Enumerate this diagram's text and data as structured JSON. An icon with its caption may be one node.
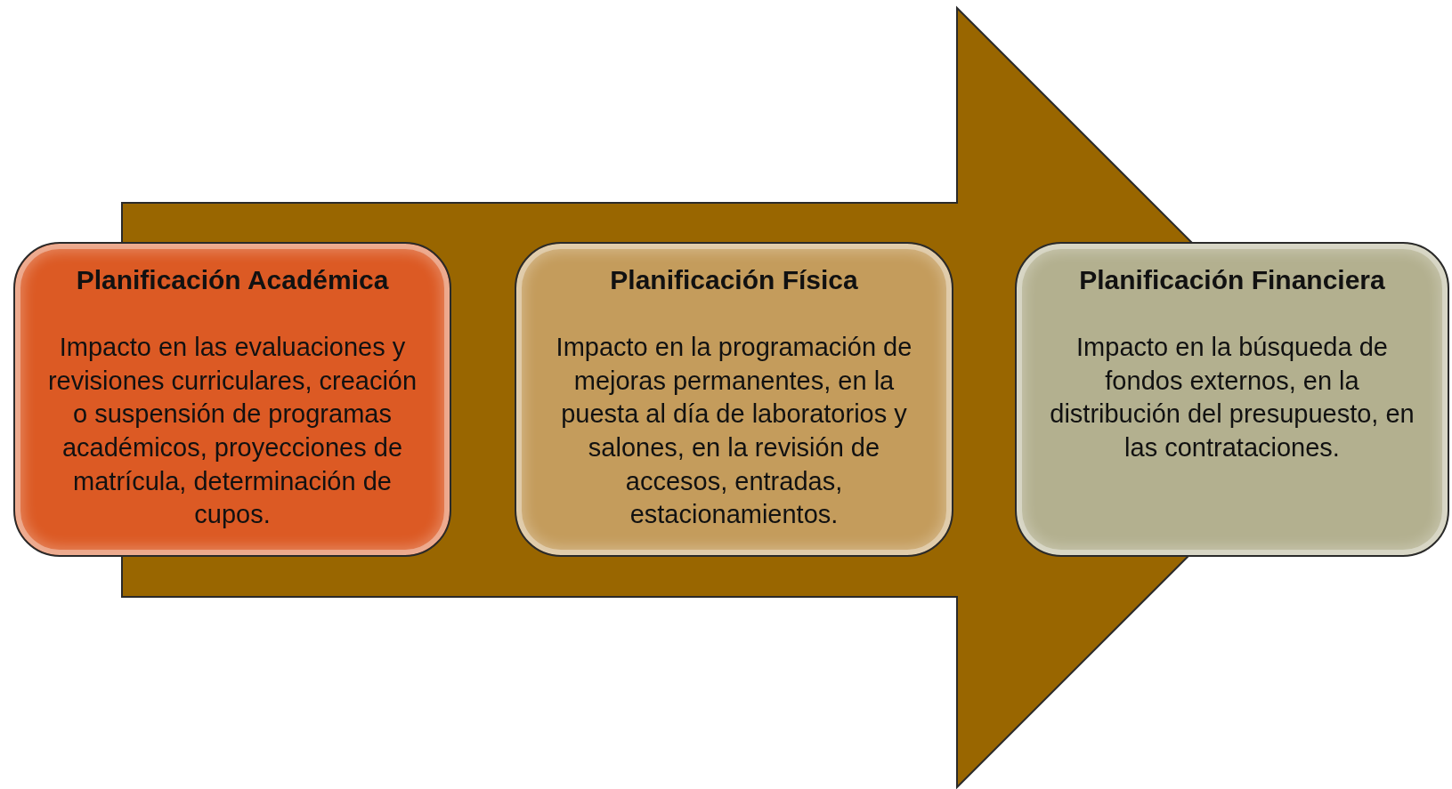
{
  "diagram": {
    "nodes": [
      {
        "text": [
          "Planificación Académica",
          "Impacto en las evaluaciones y revisiones curriculares, creación o suspensión de programas académicos, proyecciones de matrícula, determinación de cupos."
        ]
      },
      {
        "text": [
          "Planificación Física",
          "Impacto en la programación de mejoras permanentes, en la puesta al día de laboratorios y salones, en la revisión de accesos, entradas, estacionamientos."
        ]
      },
      {
        "text": [
          "Planificación Financiera",
          "Impacto en la búsqueda de fondos externos, en la distribución del presupuesto, en las contrataciones."
        ]
      }
    ],
    "edges": [
      {
        "from": 0,
        "to": 2,
        "arrow": "to"
      }
    ]
  }
}
